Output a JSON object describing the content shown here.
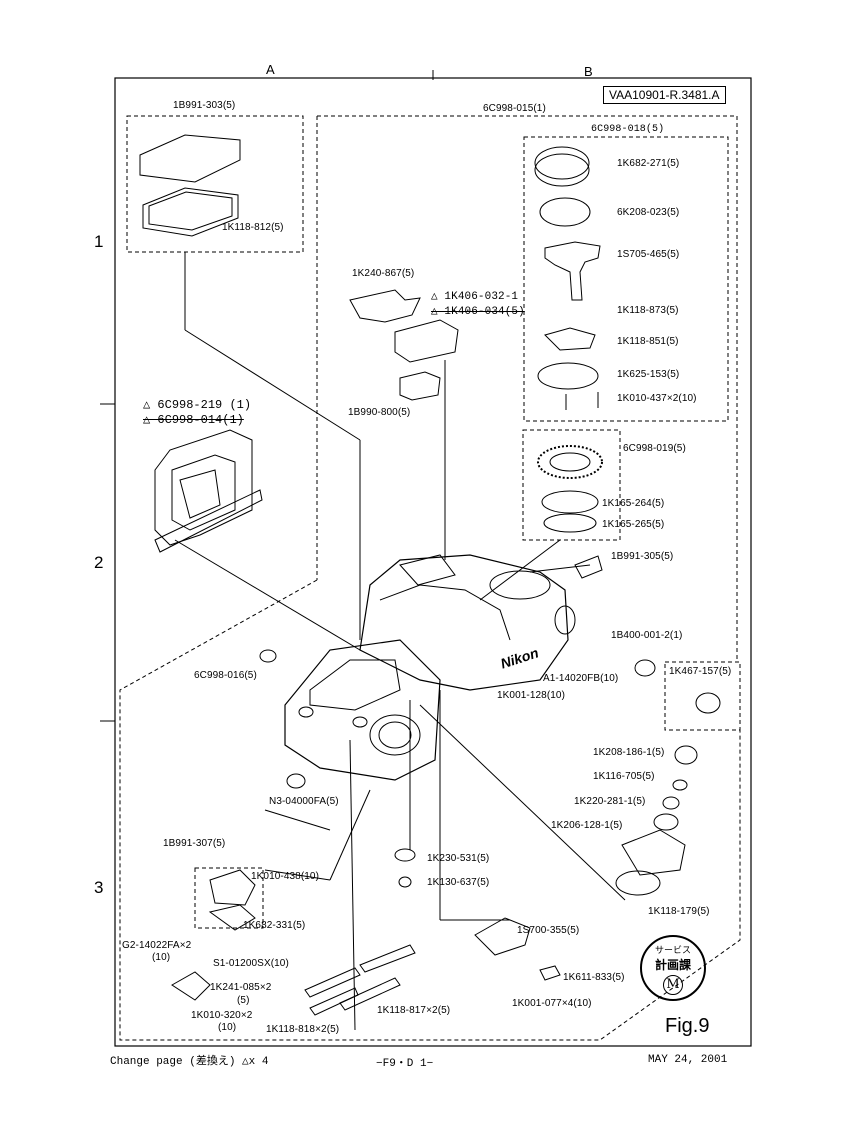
{
  "header": {
    "col_a": "A",
    "col_b": "B",
    "ref_number": "VAA10901-R.3481.A"
  },
  "rows": [
    "1",
    "2",
    "3"
  ],
  "groups": {
    "g1": "1B991-303(5)",
    "g2": "6C998-015(1)",
    "g3": "6C998-018(5)"
  },
  "parts": {
    "p01": "1K682-271(5)",
    "p02": "6K208-023(5)",
    "p03": "1S705-465(5)",
    "p04": "1K118-873(5)",
    "p05": "1K118-851(5)",
    "p06": "1K625-153(5)",
    "p07": "1K010-437×2(10)",
    "p08": "1K118-812(5)",
    "p09": "1K240-867(5)",
    "p10": "△ 1K406-032-1",
    "p11": "△ 1K406-034(5)",
    "p12": "1B990-800(5)",
    "p13": "△ 6C998-219 (1)",
    "p14": "△ 6C998-014(1)",
    "p15": "6C998-019(5)",
    "p16": "1K165-264(5)",
    "p17": "1K165-265(5)",
    "p18": "1B991-305(5)",
    "p19": "1B400-001-2(1)",
    "p20": "6C998-016(5)",
    "p21": "A1-14020FB(10)",
    "p22": "1K001-128(10)",
    "p23": "1K467-157(5)",
    "p24": "1K208-186-1(5)",
    "p25": "1K116-705(5)",
    "p26": "1K220-281-1(5)",
    "p27": "1K206-128-1(5)",
    "p28": "N3-04000FA(5)",
    "p29": "1B991-307(5)",
    "p30": "1K010-438(10)",
    "p31": "1K230-531(5)",
    "p32": "1K130-637(5)",
    "p33": "1K118-179(5)",
    "p34": "1K682-331(5)",
    "p35": "G2-14022FA×2",
    "p35b": "(10)",
    "p36": "S1-01200SX(10)",
    "p37": "1S700-355(5)",
    "p38": "1K241-085×2",
    "p38b": "(5)",
    "p39": "1K010-320×2",
    "p39b": "(10)",
    "p40": "1K611-833(5)",
    "p41": "1K001-077×4(10)",
    "p42": "1K118-817×2(5)",
    "p43": "1K118-818×2(5)"
  },
  "logo": "Nikon",
  "stamp": {
    "line1": "サービス",
    "line2": "計画課",
    "line3": "M"
  },
  "figure_label": "Fig.9",
  "footer": {
    "change": "Change page (差換え) △x 4",
    "page": "−F9・D 1−",
    "date": "MAY 24, 2001"
  }
}
